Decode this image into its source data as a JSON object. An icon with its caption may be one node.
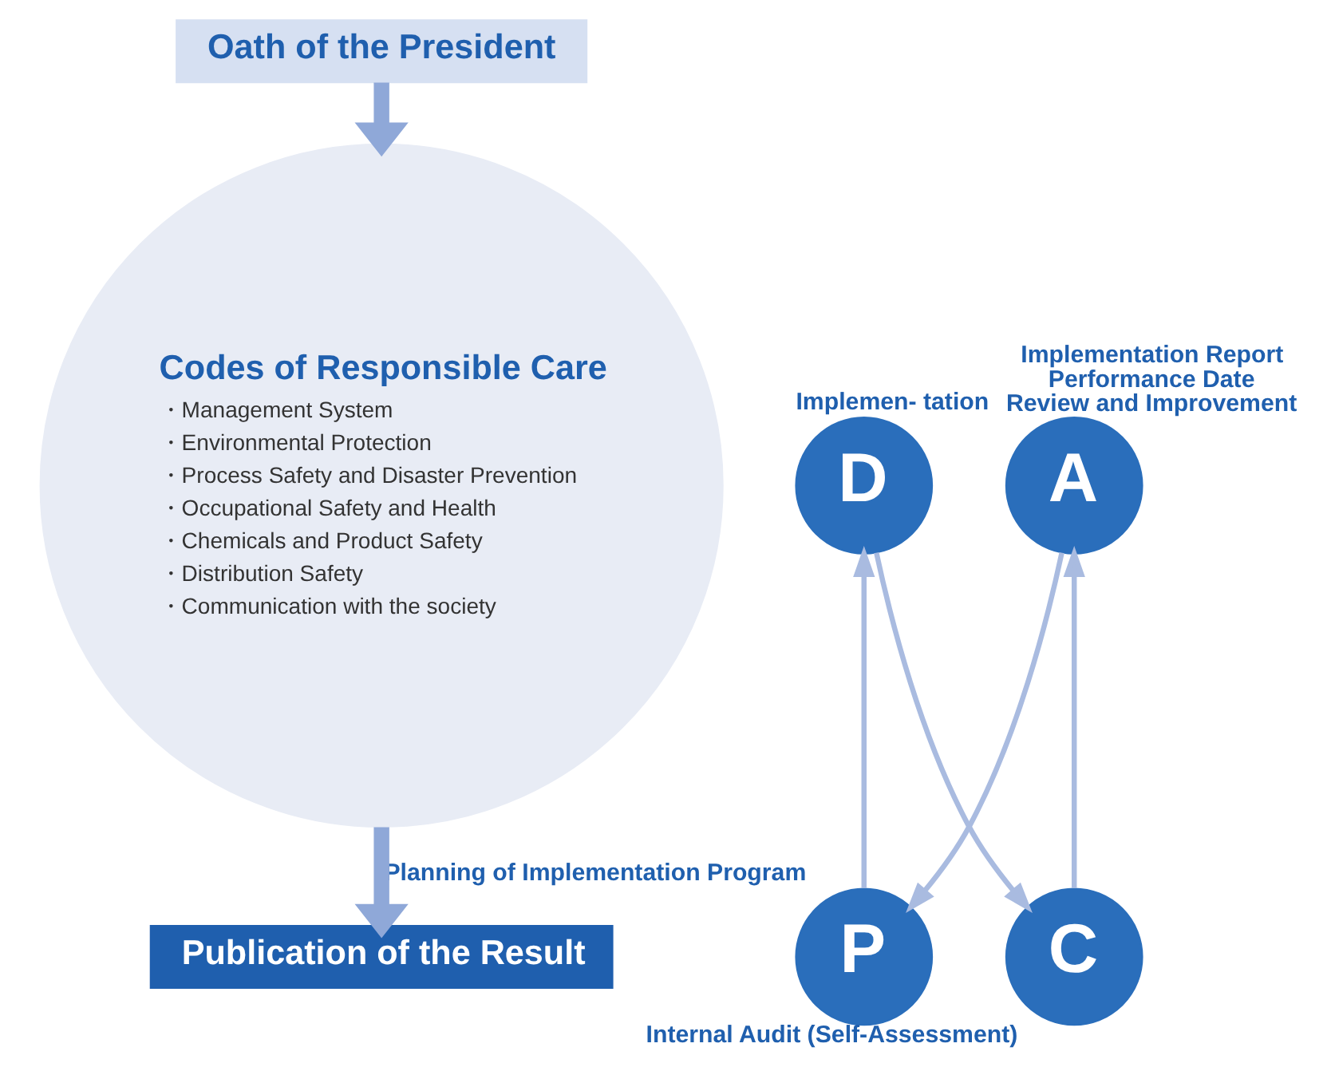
{
  "diagram": {
    "nodes": [
      {
        "text": [
          "Oath of the President"
        ]
      },
      {
        "text": [
          "P"
        ],
        "beside": [
          "Planning of Implementation Program"
        ]
      },
      {
        "text": [
          "A"
        ],
        "beside": [
          "Implementation Report",
          "Performance Date",
          "Review and Improvement"
        ]
      },
      {
        "text": [
          "Codes of Responsible Care",
          "・Management System",
          "・Environmental Protection",
          "・Process Safety and Disaster Prevention",
          "・Occupational Safety and Health",
          "・Chemicals and Product Safety",
          "・Distribution Safety",
          "・Communication with the society"
        ]
      },
      {
        "text": [
          "D"
        ],
        "beside": [
          "Implemen- tation"
        ]
      },
      {
        "text": [
          "C"
        ],
        "beside": [
          "Internal Audit (Self-Assessment)"
        ]
      },
      {
        "text": [
          "Publication of the Result"
        ]
      }
    ],
    "edges": [
      {
        "from": 0,
        "to": 3,
        "arrow": "to",
        "style": "thick",
        "color": "#8fa8d8"
      },
      {
        "from": 1,
        "to": 4,
        "arrow": "to"
      },
      {
        "from": 4,
        "to": 5,
        "arrow": "to"
      },
      {
        "from": 5,
        "to": 2,
        "arrow": "to"
      },
      {
        "from": 2,
        "to": 1,
        "arrow": "to"
      },
      {
        "from": 3,
        "to": 6,
        "arrow": "to",
        "style": "thick",
        "color": "#8fa8d8"
      }
    ]
  }
}
